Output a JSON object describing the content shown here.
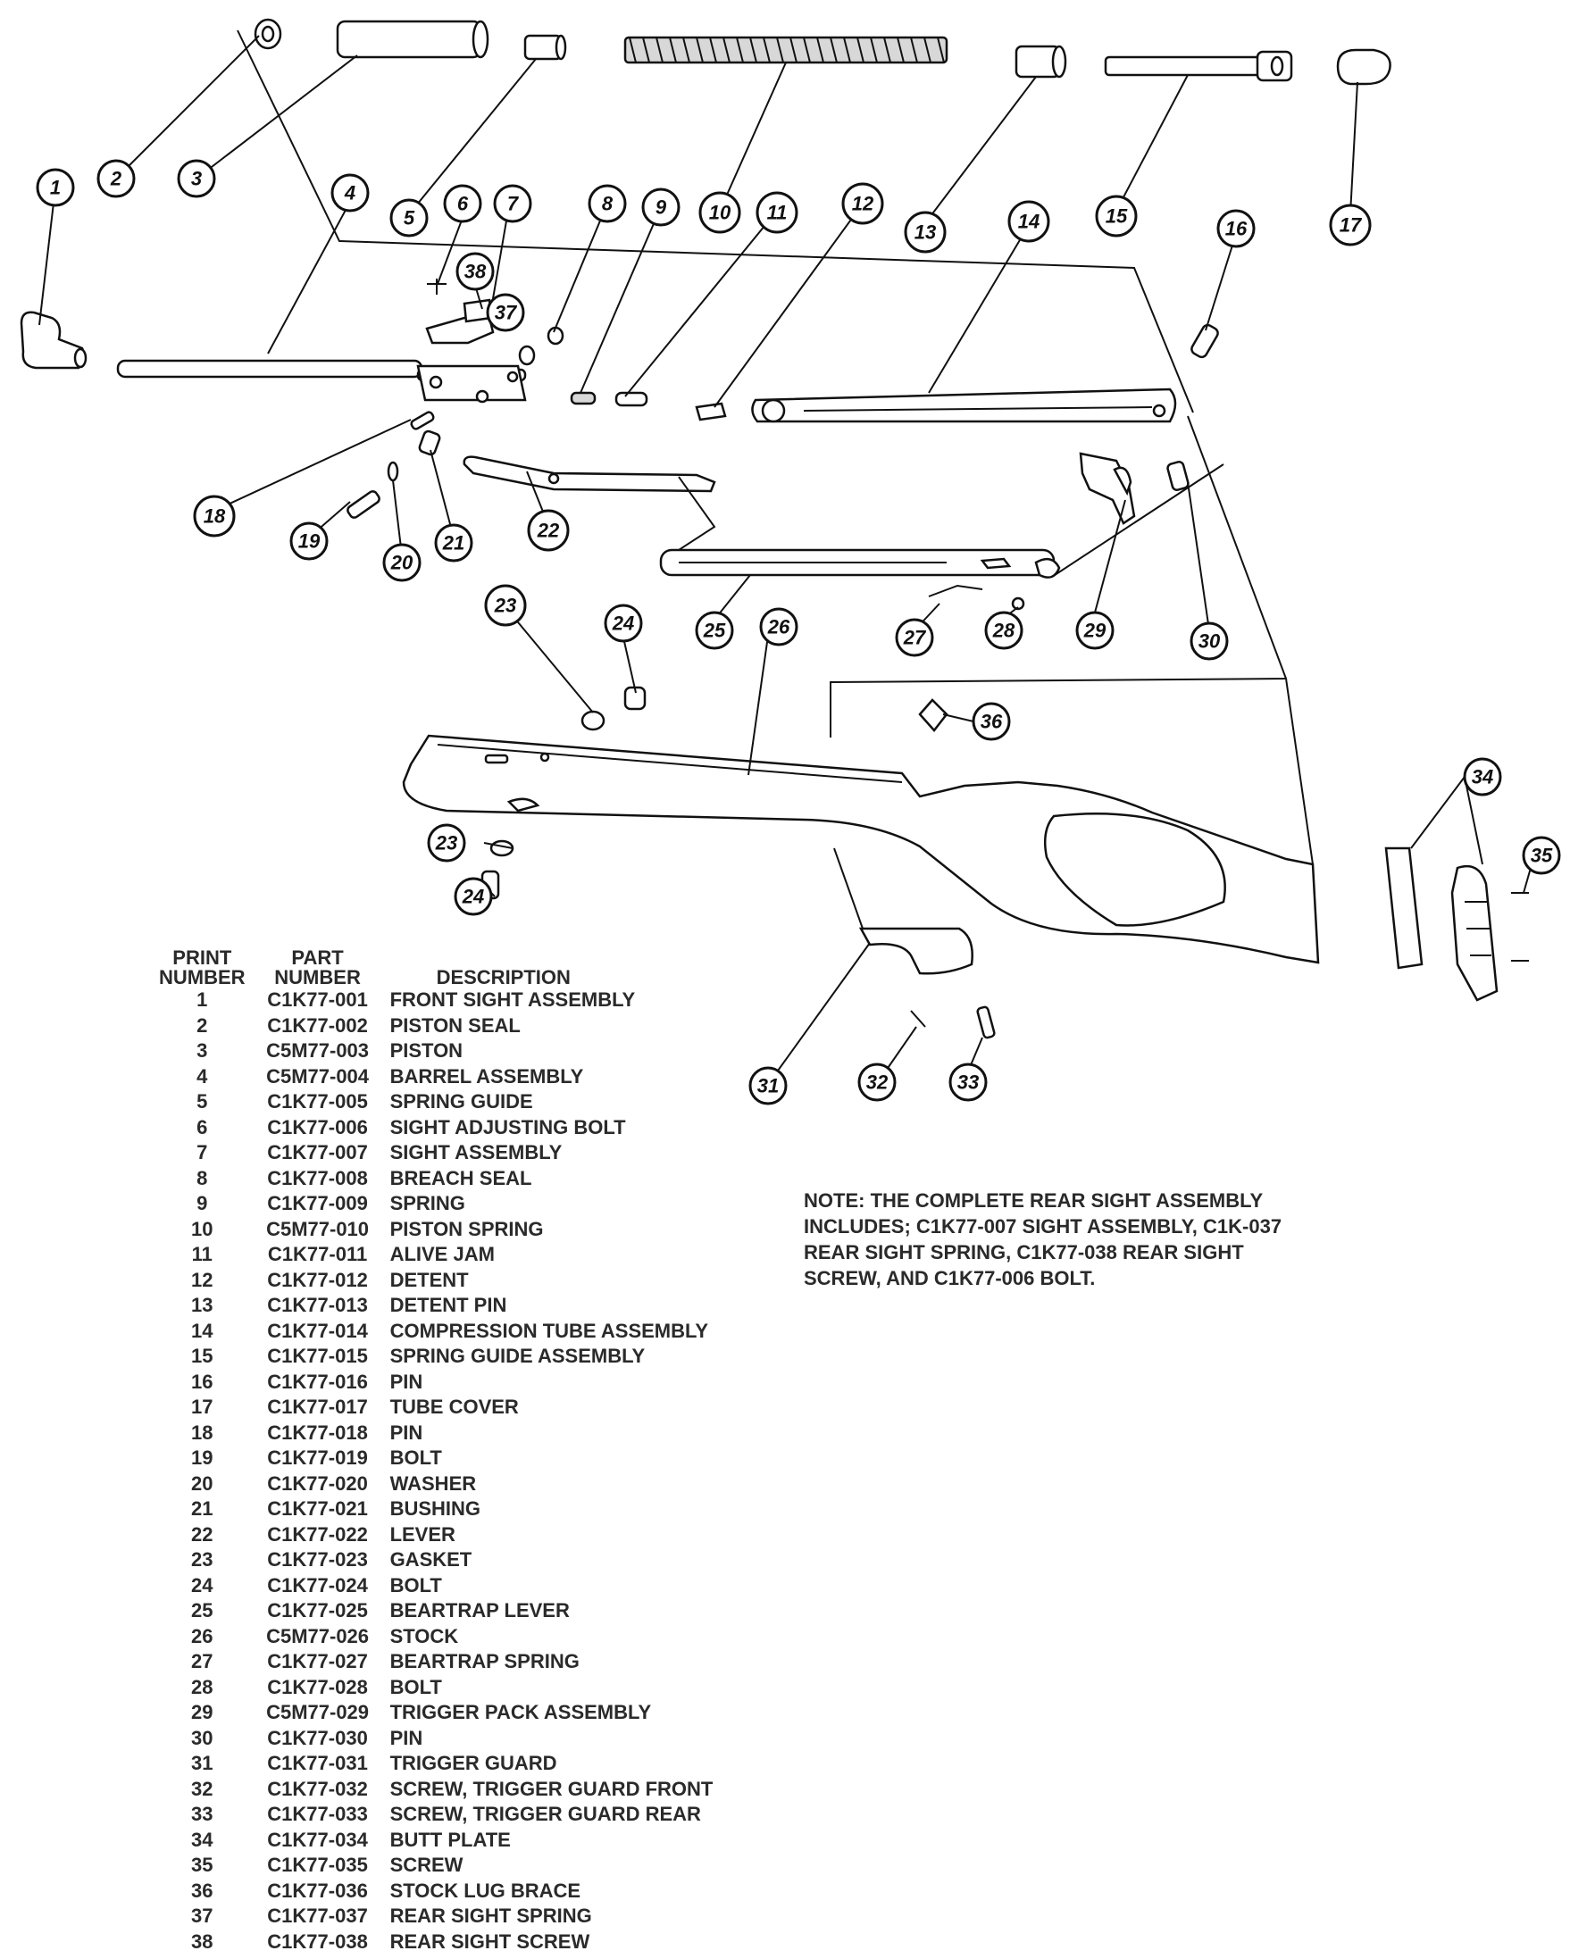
{
  "callouts": [
    "1",
    "2",
    "3",
    "4",
    "5",
    "6",
    "7",
    "8",
    "9",
    "10",
    "11",
    "12",
    "13",
    "14",
    "15",
    "16",
    "17",
    "18",
    "19",
    "20",
    "21",
    "22",
    "23",
    "24",
    "25",
    "26",
    "27",
    "28",
    "29",
    "30",
    "31",
    "32",
    "33",
    "34",
    "35",
    "36",
    "37",
    "38",
    "23",
    "24"
  ],
  "table": {
    "header_print": "PRINT\nNUMBER",
    "header_print_l1": "PRINT",
    "header_print_l2": "NUMBER",
    "header_part_l1": "PART",
    "header_part_l2": "NUMBER",
    "header_desc": "DESCRIPTION",
    "rows": [
      {
        "num": "1",
        "part": "C1K77-001",
        "desc": "FRONT SIGHT ASSEMBLY"
      },
      {
        "num": "2",
        "part": "C1K77-002",
        "desc": "PISTON SEAL"
      },
      {
        "num": "3",
        "part": "C5M77-003",
        "desc": "PISTON"
      },
      {
        "num": "4",
        "part": "C5M77-004",
        "desc": "BARREL ASSEMBLY"
      },
      {
        "num": "5",
        "part": "C1K77-005",
        "desc": "SPRING GUIDE"
      },
      {
        "num": "6",
        "part": "C1K77-006",
        "desc": "SIGHT ADJUSTING BOLT"
      },
      {
        "num": "7",
        "part": "C1K77-007",
        "desc": "SIGHT ASSEMBLY"
      },
      {
        "num": "8",
        "part": "C1K77-008",
        "desc": "BREACH SEAL"
      },
      {
        "num": "9",
        "part": "C1K77-009",
        "desc": "SPRING"
      },
      {
        "num": "10",
        "part": "C5M77-010",
        "desc": "PISTON SPRING"
      },
      {
        "num": "11",
        "part": "C1K77-011",
        "desc": "ALIVE JAM"
      },
      {
        "num": "12",
        "part": "C1K77-012",
        "desc": "DETENT"
      },
      {
        "num": "13",
        "part": "C1K77-013",
        "desc": "DETENT PIN"
      },
      {
        "num": "14",
        "part": "C1K77-014",
        "desc": "COMPRESSION TUBE ASSEMBLY"
      },
      {
        "num": "15",
        "part": "C1K77-015",
        "desc": "SPRING GUIDE ASSEMBLY"
      },
      {
        "num": "16",
        "part": "C1K77-016",
        "desc": "PIN"
      },
      {
        "num": "17",
        "part": "C1K77-017",
        "desc": "TUBE COVER"
      },
      {
        "num": "18",
        "part": "C1K77-018",
        "desc": "PIN"
      },
      {
        "num": "19",
        "part": "C1K77-019",
        "desc": "BOLT"
      },
      {
        "num": "20",
        "part": "C1K77-020",
        "desc": "WASHER"
      },
      {
        "num": "21",
        "part": "C1K77-021",
        "desc": "BUSHING"
      },
      {
        "num": "22",
        "part": "C1K77-022",
        "desc": "LEVER"
      },
      {
        "num": "23",
        "part": "C1K77-023",
        "desc": "GASKET"
      },
      {
        "num": "24",
        "part": "C1K77-024",
        "desc": "BOLT"
      },
      {
        "num": "25",
        "part": "C1K77-025",
        "desc": "BEARTRAP LEVER"
      },
      {
        "num": "26",
        "part": "C5M77-026",
        "desc": "STOCK"
      },
      {
        "num": "27",
        "part": "C1K77-027",
        "desc": "BEARTRAP SPRING"
      },
      {
        "num": "28",
        "part": "C1K77-028",
        "desc": "BOLT"
      },
      {
        "num": "29",
        "part": "C5M77-029",
        "desc": "TRIGGER PACK ASSEMBLY"
      },
      {
        "num": "30",
        "part": "C1K77-030",
        "desc": "PIN"
      },
      {
        "num": "31",
        "part": "C1K77-031",
        "desc": "TRIGGER GUARD"
      },
      {
        "num": "32",
        "part": "C1K77-032",
        "desc": "SCREW, TRIGGER GUARD FRONT"
      },
      {
        "num": "33",
        "part": "C1K77-033",
        "desc": "SCREW, TRIGGER GUARD REAR"
      },
      {
        "num": "34",
        "part": "C1K77-034",
        "desc": "BUTT PLATE"
      },
      {
        "num": "35",
        "part": "C1K77-035",
        "desc": "SCREW"
      },
      {
        "num": "36",
        "part": "C1K77-036",
        "desc": "STOCK LUG BRACE"
      },
      {
        "num": "37",
        "part": "C1K77-037",
        "desc": "REAR SIGHT SPRING"
      },
      {
        "num": "38",
        "part": "C1K77-038",
        "desc": "REAR SIGHT SCREW"
      }
    ]
  },
  "note": {
    "label": "NOTE:",
    "text": "THE COMPLETE REAR SIGHT ASSEMBLY INCLUDES; C1K77-007 SIGHT ASSEMBLY, C1K-037 REAR SIGHT SPRING, C1K77-038 REAR SIGHT SCREW, AND C1K77-006 BOLT."
  }
}
